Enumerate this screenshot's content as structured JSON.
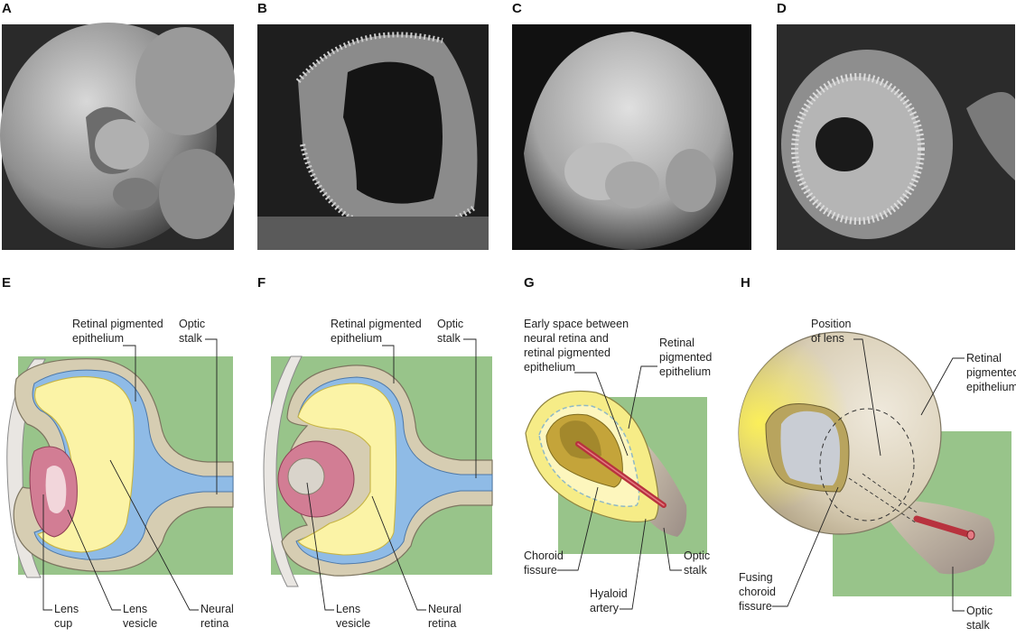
{
  "panel_letters": {
    "A": "A",
    "B": "B",
    "C": "C",
    "D": "D",
    "E": "E",
    "F": "F",
    "G": "G",
    "H": "H"
  },
  "panel_E": {
    "retinal_pigmented": [
      "Retinal pigmented",
      "epithelium"
    ],
    "optic_stalk": [
      "Optic",
      "stalk"
    ],
    "lens_cup": [
      "Lens",
      "cup"
    ],
    "lens_vesicle": [
      "Lens",
      "vesicle"
    ],
    "neural_retina": [
      "Neural",
      "retina"
    ]
  },
  "panel_F": {
    "retinal_pigmented": [
      "Retinal pigmented",
      "epithelium"
    ],
    "optic_stalk": [
      "Optic",
      "stalk"
    ],
    "lens_vesicle": [
      "Lens",
      "vesicle"
    ],
    "neural_retina": [
      "Neural",
      "retina"
    ]
  },
  "panel_G": {
    "early_space": [
      "Early space between",
      "neural retina and",
      "retinal pigmented",
      "epithelium"
    ],
    "retinal_pigmented": [
      "Retinal",
      "pigmented",
      "epithelium"
    ],
    "choroid_fissure": [
      "Choroid",
      "fissure"
    ],
    "hyaloid_artery": [
      "Hyaloid",
      "artery"
    ],
    "optic_stalk": [
      "Optic",
      "stalk"
    ]
  },
  "panel_H": {
    "position_of_lens": [
      "Position",
      "of lens"
    ],
    "retinal_pigmented": [
      "Retinal",
      "pigmented",
      "epithelium"
    ],
    "fusing_choroid": [
      "Fusing",
      "choroid",
      "fissure"
    ],
    "optic_stalk": [
      "Optic",
      "stalk"
    ]
  },
  "colors": {
    "background_green": "#98c48a",
    "neural_retina_yellow": "#fbf3a6",
    "rpe_tan": "#d6cdb2",
    "ventricle_blue": "#8fbbe6",
    "lens_pink": "#d27d94",
    "artery_red": "#b8323e"
  }
}
